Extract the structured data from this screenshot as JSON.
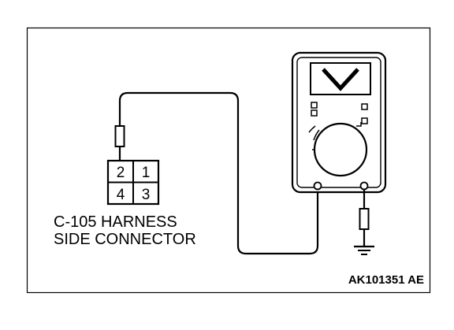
{
  "diagram": {
    "connector": {
      "label_line1": "C-105 HARNESS",
      "label_line2": "SIDE CONNECTOR",
      "pins": {
        "top_left": "2",
        "top_right": "1",
        "bottom_left": "4",
        "bottom_right": "3"
      }
    },
    "meter": {
      "display_symbol": "V"
    },
    "figure_code": "AK101351 AE",
    "colors": {
      "line": "#000000",
      "background": "#ffffff"
    }
  }
}
